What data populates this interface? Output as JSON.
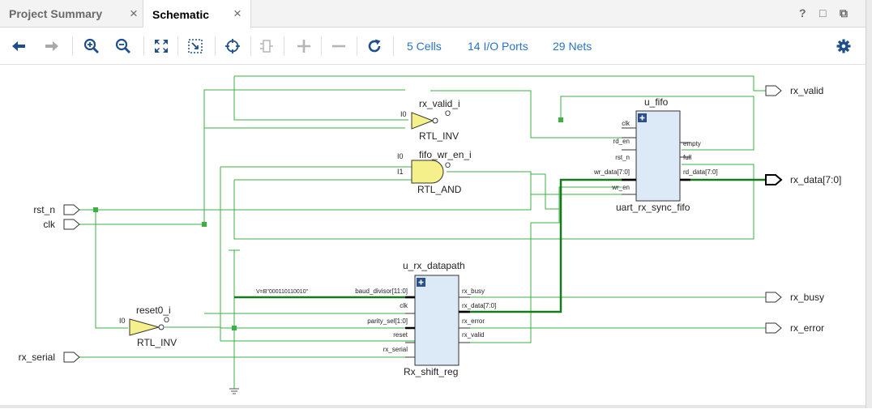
{
  "tabs": [
    {
      "label": "Project Summary",
      "close": "×",
      "active": false
    },
    {
      "label": "Schematic",
      "close": "×",
      "active": true
    }
  ],
  "window_controls": [
    "?",
    "□",
    "⧉"
  ],
  "toolbar": {
    "links": {
      "cells": "5 Cells",
      "io_ports": "14 I/O Ports",
      "nets": "29 Nets"
    },
    "icons": [
      "back-arrow-icon",
      "forward-arrow-icon",
      "zoom-in-icon",
      "zoom-out-icon",
      "fit-view-icon",
      "zoom-fit-selection-icon",
      "select-crosshair-icon",
      "regenerate-icon",
      "add-icon",
      "remove-icon",
      "refresh-icon",
      "settings-gear-icon"
    ]
  },
  "schematic": {
    "cells": {
      "rx_valid_i": {
        "name": "rx_valid_i",
        "type": "RTL_INV",
        "pin_in": "I0",
        "pin_out": "O"
      },
      "fifo_wr_en_i": {
        "name": "fifo_wr_en_i",
        "type": "RTL_AND",
        "pin_in0": "I0",
        "pin_in1": "I1",
        "pin_out": "O"
      },
      "reset0_i": {
        "name": "reset0_i",
        "type": "RTL_INV",
        "pin_in": "I0",
        "pin_out": "O"
      },
      "u_fifo": {
        "name": "u_fifo",
        "type": "uart_rx_sync_fifo",
        "inputs": [
          "clk",
          "rd_en",
          "rst_n",
          "wr_data[7:0]",
          "wr_en"
        ],
        "outputs": [
          "empty",
          "full",
          "rd_data[7:0]"
        ]
      },
      "u_rx_datapath": {
        "name": "u_rx_datapath",
        "type": "Rx_shift_reg",
        "inputs": [
          "baud_divisor[11:0]",
          "clk",
          "parity_sel[1:0]",
          "reset",
          "rx_serial"
        ],
        "outputs": [
          "rx_busy",
          "rx_data[7:0]",
          "rx_error",
          "rx_valid"
        ]
      }
    },
    "constant_label": "V=B\"000110110010\"",
    "input_ports": [
      "rst_n",
      "clk",
      "rx_serial"
    ],
    "output_ports": [
      "rx_valid",
      "rx_data[7:0]",
      "rx_busy",
      "rx_error"
    ],
    "colors": {
      "wire": "#3cb043",
      "bus": "#177a1c",
      "cell_fill": "#dce9f7",
      "cell_stroke": "#333333",
      "accent": "#2a73c4"
    }
  }
}
